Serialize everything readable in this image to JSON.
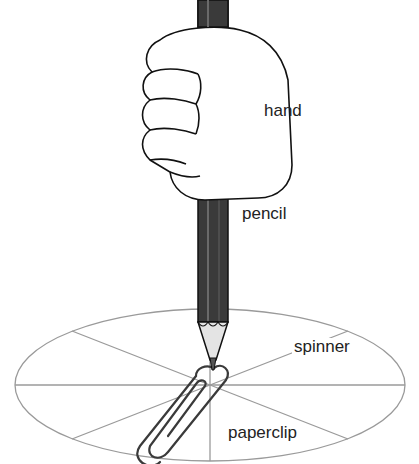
{
  "diagram": {
    "labels": [
      "hand",
      "pencil",
      "spinner",
      "paperclip"
    ]
  }
}
